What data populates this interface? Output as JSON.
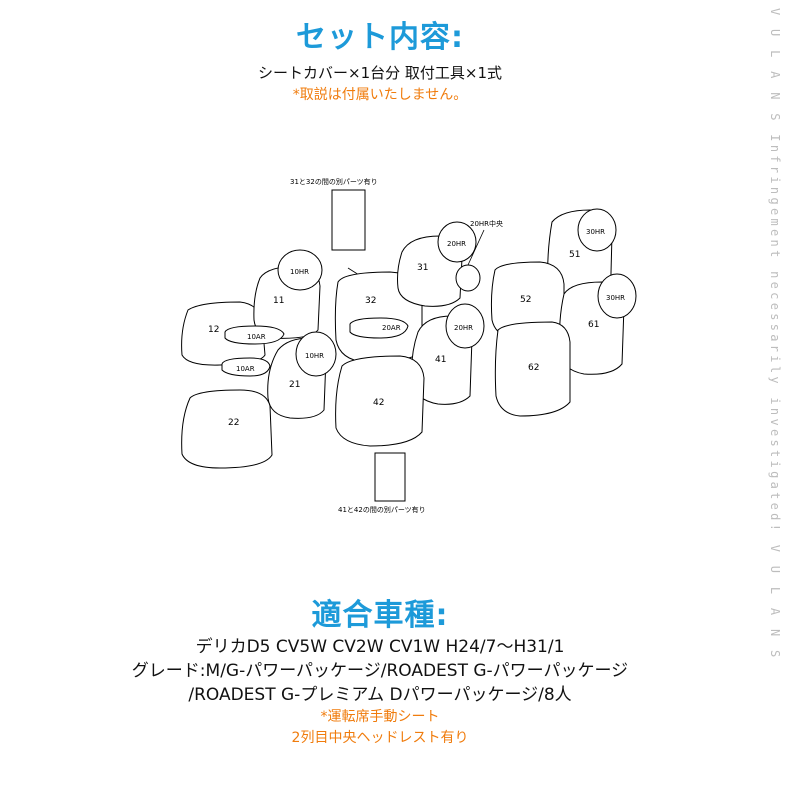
{
  "set_contents": {
    "title": "セット内容:",
    "items": "シートカバー×1台分  取付工具×1式",
    "note": "*取説は付属いたしません。"
  },
  "diagram": {
    "note_top": "31と32の間の別パーツ有り",
    "note_bottom": "41と42の間の別パーツ有り",
    "labels": {
      "s11": "11",
      "s12": "12",
      "s21": "21",
      "s22": "22",
      "s31": "31",
      "s32": "32",
      "s41": "41",
      "s42": "42",
      "s51": "51",
      "s52": "52",
      "s61": "61",
      "s62": "62",
      "h10hr_a": "10HR",
      "h10hr_b": "10HR",
      "a10ar_a": "10AR",
      "a10ar_b": "10AR",
      "h20hr_a": "20HR",
      "h20hr_b": "20HR",
      "h20hr_center": "20HR中央",
      "a20ar": "20AR",
      "h30hr_a": "30HR",
      "h30hr_b": "30HR"
    }
  },
  "compatible": {
    "title": "適合車種:",
    "line1": "デリカD5 CV5W CV2W CV1W H24/7〜H31/1",
    "line2": "グレード:M/G-パワーパッケージ/ROADEST G-パワーパッケージ",
    "line3": "/ROADEST G-プレミアム Dパワーパッケージ/8人",
    "note1": "*運転席手動シート",
    "note2": "2列目中央ヘッドレスト有り"
  },
  "watermark": {
    "text": "V U L A N S  Infringement necessarily investigated!  V U L A N S"
  },
  "colors": {
    "title": "#1d9ad9",
    "note": "#f07c0d",
    "watermark": "#bdbdbd"
  }
}
